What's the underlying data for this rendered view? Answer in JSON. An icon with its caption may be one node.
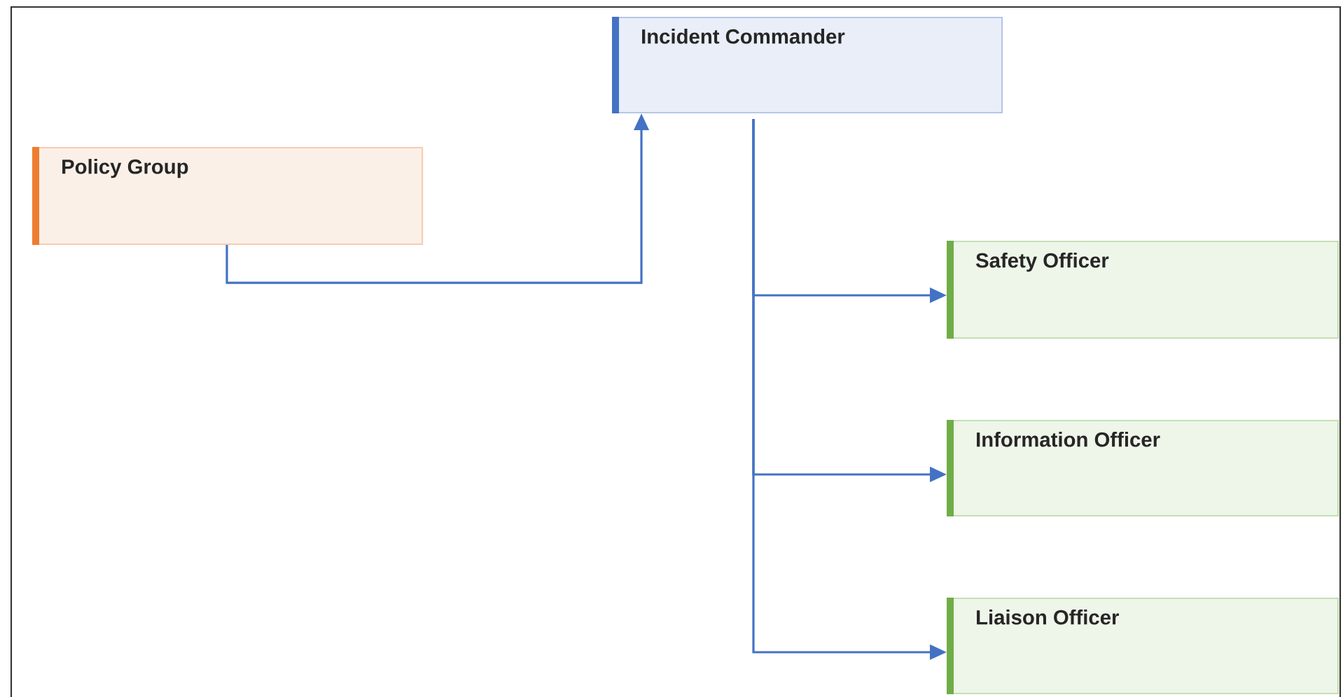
{
  "diagram": {
    "nodes": [
      {
        "text": [
          "Incident Commander"
        ]
      },
      {
        "text": [
          "Policy Group"
        ]
      },
      {
        "text": [
          "Safety Officer"
        ]
      },
      {
        "text": [
          "Information Officer"
        ]
      },
      {
        "text": [
          "Liaison Officer"
        ]
      }
    ],
    "edges": [
      {
        "from": 1,
        "to": 0,
        "arrow": "to"
      },
      {
        "from": 0,
        "to": 2,
        "arrow": "to"
      },
      {
        "from": 0,
        "to": 3,
        "arrow": "to"
      },
      {
        "from": 0,
        "to": 4,
        "arrow": "to"
      }
    ]
  }
}
